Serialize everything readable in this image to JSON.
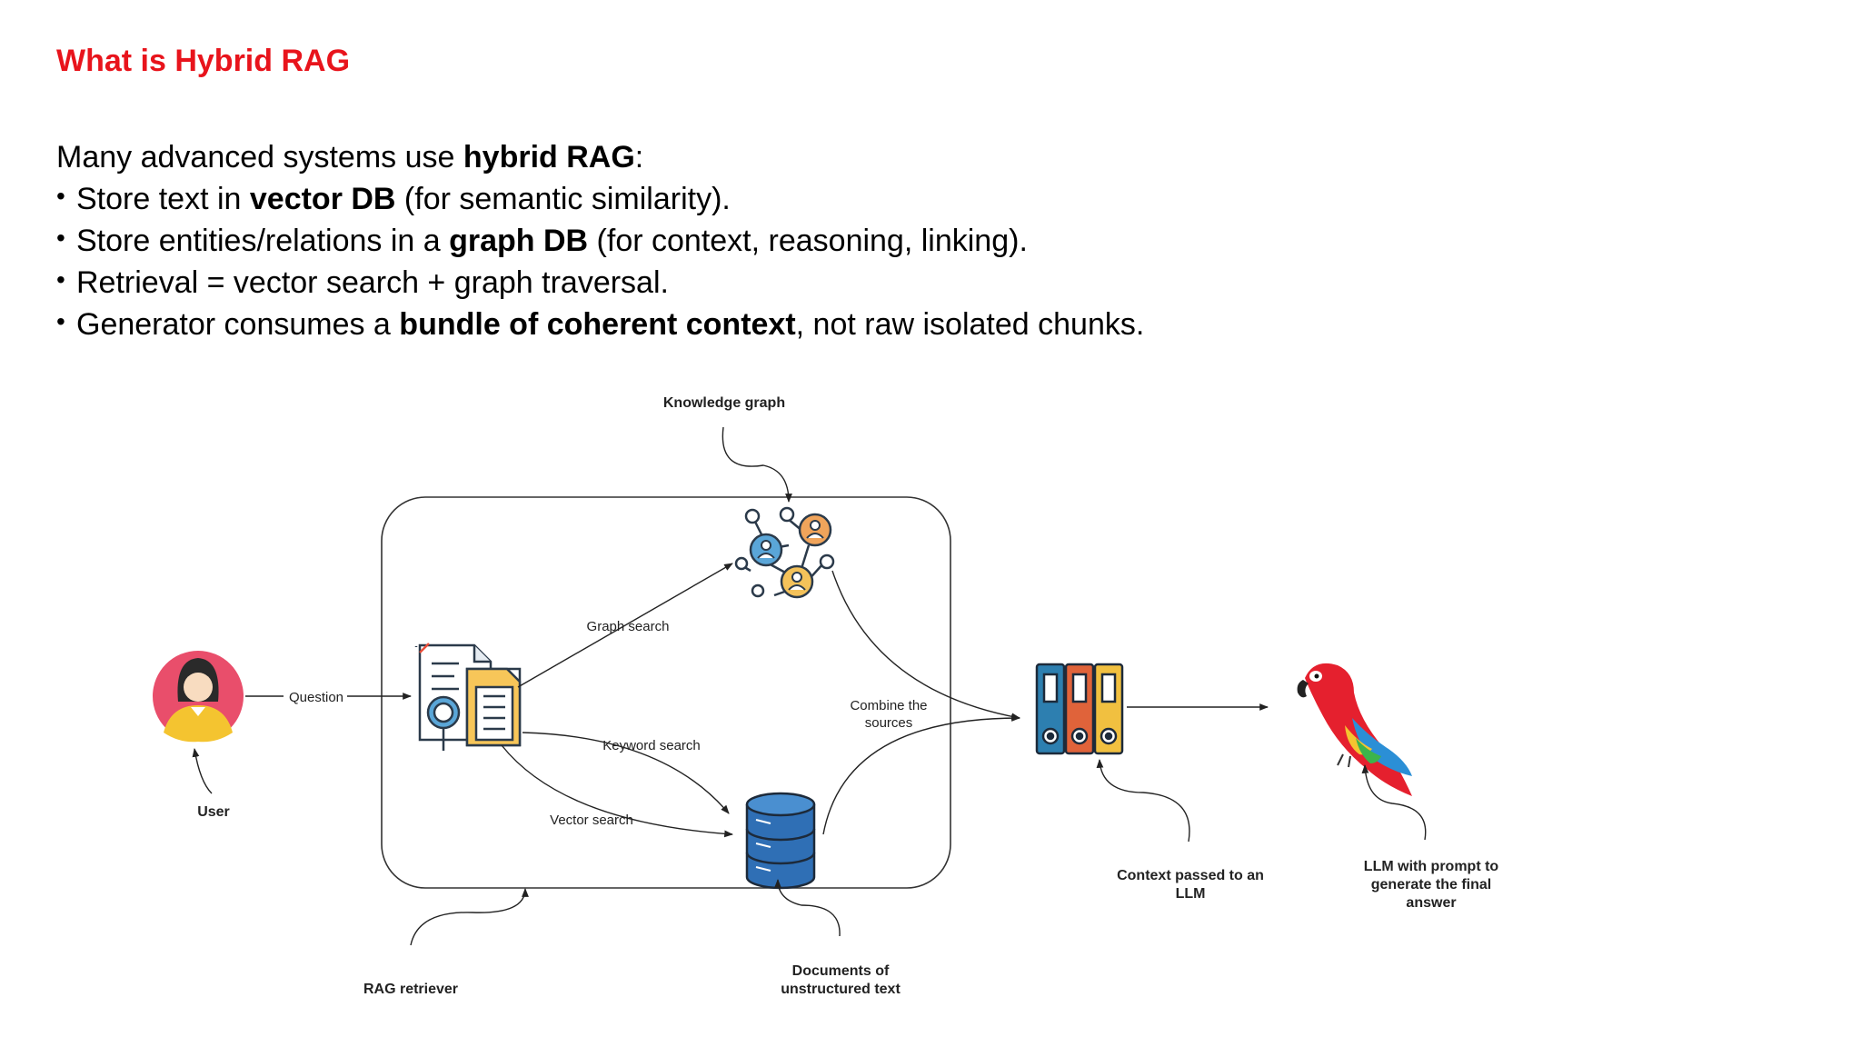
{
  "slide": {
    "title": "What is Hybrid RAG",
    "intro": {
      "before": "Many advanced systems use ",
      "bold": "hybrid RAG",
      "after": ":"
    },
    "bullets": [
      {
        "before": "Store text in ",
        "bold": "vector DB",
        "after": " (for semantic similarity)."
      },
      {
        "before": "Store entities/relations in a ",
        "bold": "graph DB",
        "after": " (for context, reasoning, linking)."
      },
      {
        "before": "Retrieval = vector search + graph traversal.",
        "bold": "",
        "after": ""
      },
      {
        "before": "Generator consumes a ",
        "bold": "bundle of coherent context",
        "after": ", not raw isolated chunks."
      }
    ]
  },
  "diagram": {
    "knowledge_graph": "Knowledge graph",
    "graph_search": "Graph search",
    "question": "Question",
    "keyword_search": "Keyword search",
    "vector_search": "Vector search",
    "combine_line1": "Combine the",
    "combine_line2": "sources",
    "user": "User",
    "rag_retriever": "RAG retriever",
    "documents_line1": "Documents of",
    "documents_line2": "unstructured text",
    "context_line1": "Context passed to an",
    "context_line2": "LLM",
    "llm_line1": "LLM with prompt to",
    "llm_line2": "generate the final",
    "llm_line3": "answer"
  },
  "colors": {
    "title": "#e8141c",
    "avatar_bg": "#e94e6b",
    "database": "#2f6fb5",
    "binder_blue": "#2d7fb0",
    "binder_red": "#e0633a",
    "binder_yellow": "#f1c040"
  }
}
